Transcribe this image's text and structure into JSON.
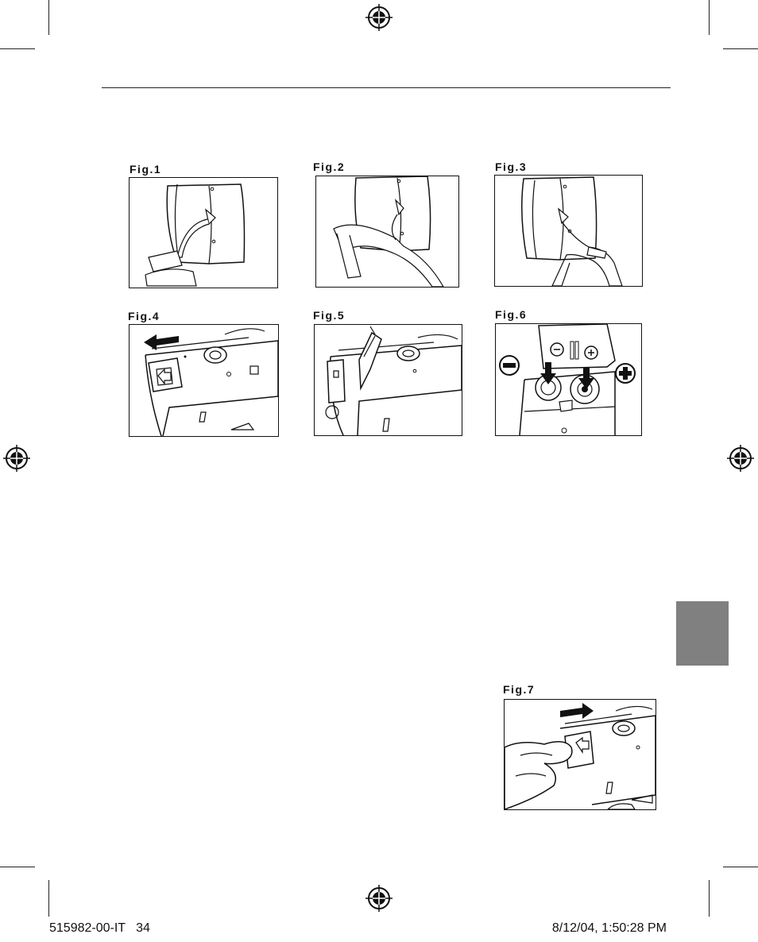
{
  "figures": {
    "fig1": "Fig.1",
    "fig2": "Fig.2",
    "fig3": "Fig.3",
    "fig4": "Fig.4",
    "fig5": "Fig.5",
    "fig6": "Fig.6",
    "fig7": "Fig.7"
  },
  "footer": {
    "left": "515982-00-IT   34",
    "right": "8/12/04, 1:50:28 PM"
  },
  "colors": {
    "ink": "#111111",
    "tab": "#808080"
  },
  "icons": [
    "registration-mark-icon",
    "arrow-left-icon",
    "arrow-right-icon",
    "arrow-down-icon",
    "minus-sign-icon",
    "plus-sign-icon"
  ]
}
